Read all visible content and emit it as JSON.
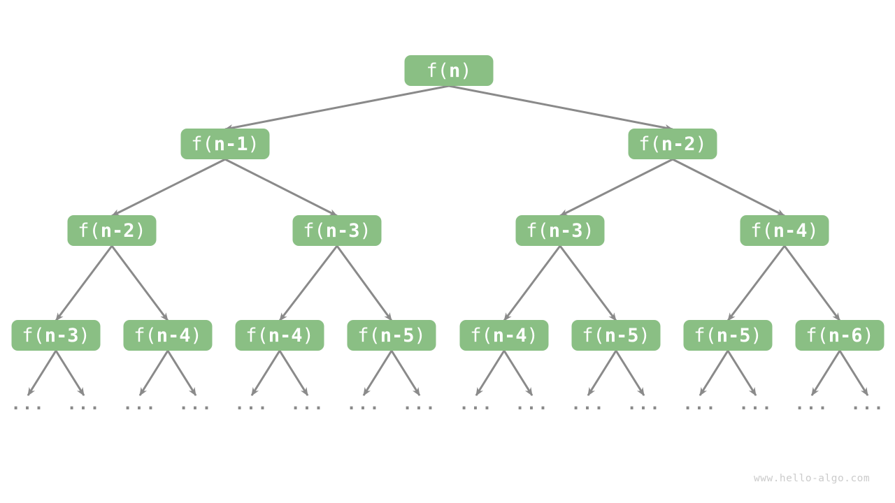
{
  "colors": {
    "node_fill": "#8ABF84",
    "node_text": "#FFFFFF",
    "edge": "#8A8A8A",
    "watermark": "#CBCBCB"
  },
  "tree": {
    "root": {
      "prefix": "f(",
      "arg": "n",
      "suffix": ")"
    },
    "level1": [
      {
        "prefix": "f(",
        "arg": "n-1",
        "suffix": ")"
      },
      {
        "prefix": "f(",
        "arg": "n-2",
        "suffix": ")"
      }
    ],
    "level2": [
      {
        "prefix": "f(",
        "arg": "n-2",
        "suffix": ")"
      },
      {
        "prefix": "f(",
        "arg": "n-3",
        "suffix": ")"
      },
      {
        "prefix": "f(",
        "arg": "n-3",
        "suffix": ")"
      },
      {
        "prefix": "f(",
        "arg": "n-4",
        "suffix": ")"
      }
    ],
    "level3": [
      {
        "prefix": "f(",
        "arg": "n-3",
        "suffix": ")"
      },
      {
        "prefix": "f(",
        "arg": "n-4",
        "suffix": ")"
      },
      {
        "prefix": "f(",
        "arg": "n-4",
        "suffix": ")"
      },
      {
        "prefix": "f(",
        "arg": "n-5",
        "suffix": ")"
      },
      {
        "prefix": "f(",
        "arg": "n-4",
        "suffix": ")"
      },
      {
        "prefix": "f(",
        "arg": "n-5",
        "suffix": ")"
      },
      {
        "prefix": "f(",
        "arg": "n-5",
        "suffix": ")"
      },
      {
        "prefix": "f(",
        "arg": "n-6",
        "suffix": ")"
      }
    ],
    "edges": [
      "f(n)->f(n-1)",
      "f(n)->f(n-2)",
      "f(n-1)->f(n-2)",
      "f(n-1)->f(n-3)",
      "f(n-2)->f(n-3)",
      "f(n-2)->f(n-4)",
      "f(n-2)->f(n-3)...",
      "f(n-2)->f(n-4)...",
      "f(n-3)->f(n-4)...",
      "f(n-3)->f(n-5)...",
      "f(n-3)->f(n-4)...",
      "f(n-3)->f(n-5)...",
      "f(n-4)->f(n-5)...",
      "f(n-4)->f(n-6)...",
      "each level-3 node -> two '...' children"
    ]
  },
  "ellipsis": "...",
  "watermark": "www.hello-algo.com"
}
